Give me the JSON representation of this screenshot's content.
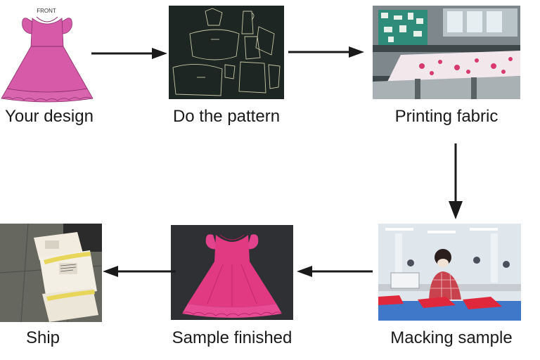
{
  "steps": [
    {
      "label": "Your design"
    },
    {
      "label": "Do the pattern"
    },
    {
      "label": "Printing fabric"
    },
    {
      "label": "Macking sample"
    },
    {
      "label": "Sample finished"
    },
    {
      "label": "Ship"
    }
  ],
  "design_sketch": {
    "view_label": "FRONT"
  },
  "colors": {
    "dress_pink": "#d65aa8",
    "dress_fabric": "#e13a82",
    "arrow": "#1a1a1a",
    "pattern_bg": "#1e2624",
    "pattern_line": "#c9c6a5"
  }
}
